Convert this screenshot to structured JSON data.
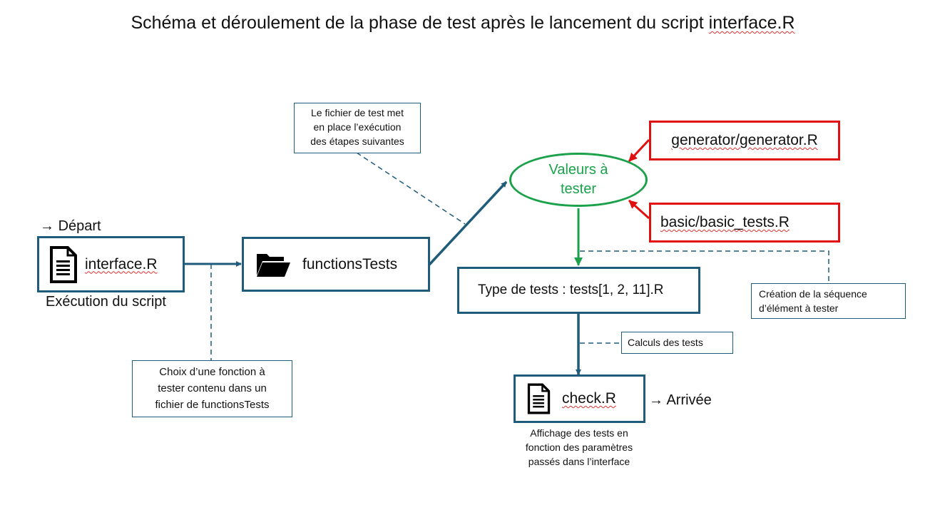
{
  "title": {
    "text": "Schéma et déroulement de la phase de test après le lancement du script ",
    "highlight": "interface.R"
  },
  "start": {
    "arrow": "→",
    "label": "Départ",
    "file": "interface.R",
    "caption": "Exécution du script"
  },
  "folder": {
    "label": "functionsTests"
  },
  "values": {
    "line1": "Valeurs à",
    "line2": "tester"
  },
  "generator": {
    "label": "generator/generator.R"
  },
  "basic": {
    "label": "basic/basic_tests.R"
  },
  "type_tests": {
    "label": "Type de tests : tests[1, 2, 11].R"
  },
  "check": {
    "file": "check.R",
    "arrow": "→",
    "arrival": "Arrivée",
    "caption_lines": [
      "Affichage des tests en",
      "fonction des paramètres",
      "passés dans l’interface"
    ]
  },
  "notes": {
    "fichier_test": [
      "Le fichier de test met",
      "en place l’exécution",
      "des étapes suivantes"
    ],
    "choix": [
      "Choix d’une fonction à",
      "tester contenu dans un",
      "fichier de functionsTests"
    ],
    "creation": [
      "Création de la séquence",
      "d’élément à tester"
    ],
    "calculs": "Calculs des tests"
  },
  "colors": {
    "blue": "#1f5b7a",
    "red": "#e01010",
    "green": "#1aa14a"
  }
}
